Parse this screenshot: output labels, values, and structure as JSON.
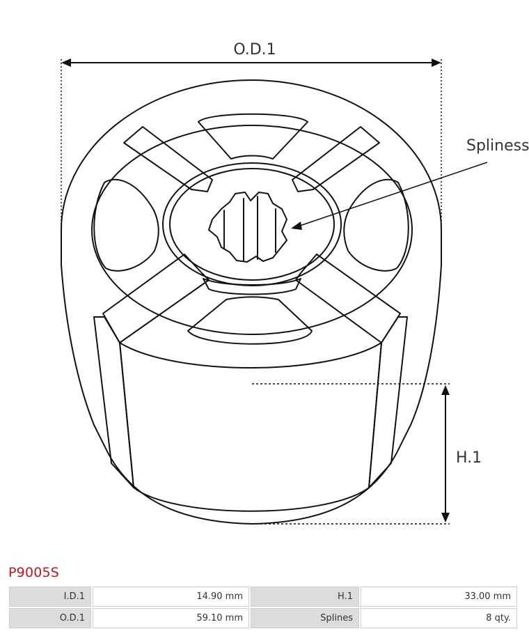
{
  "diagram": {
    "od_label": "O.D.1",
    "splines_label": "Spliness",
    "height_label": "H.1"
  },
  "part_code": "P9005S",
  "specs": [
    [
      {
        "label": "I.D.1",
        "value": "14.90  mm"
      },
      {
        "label": "H.1",
        "value": "33.00  mm"
      }
    ],
    [
      {
        "label": "O.D.1",
        "value": "59.10  mm"
      },
      {
        "label": "Splines",
        "value": "8  qty."
      }
    ]
  ]
}
